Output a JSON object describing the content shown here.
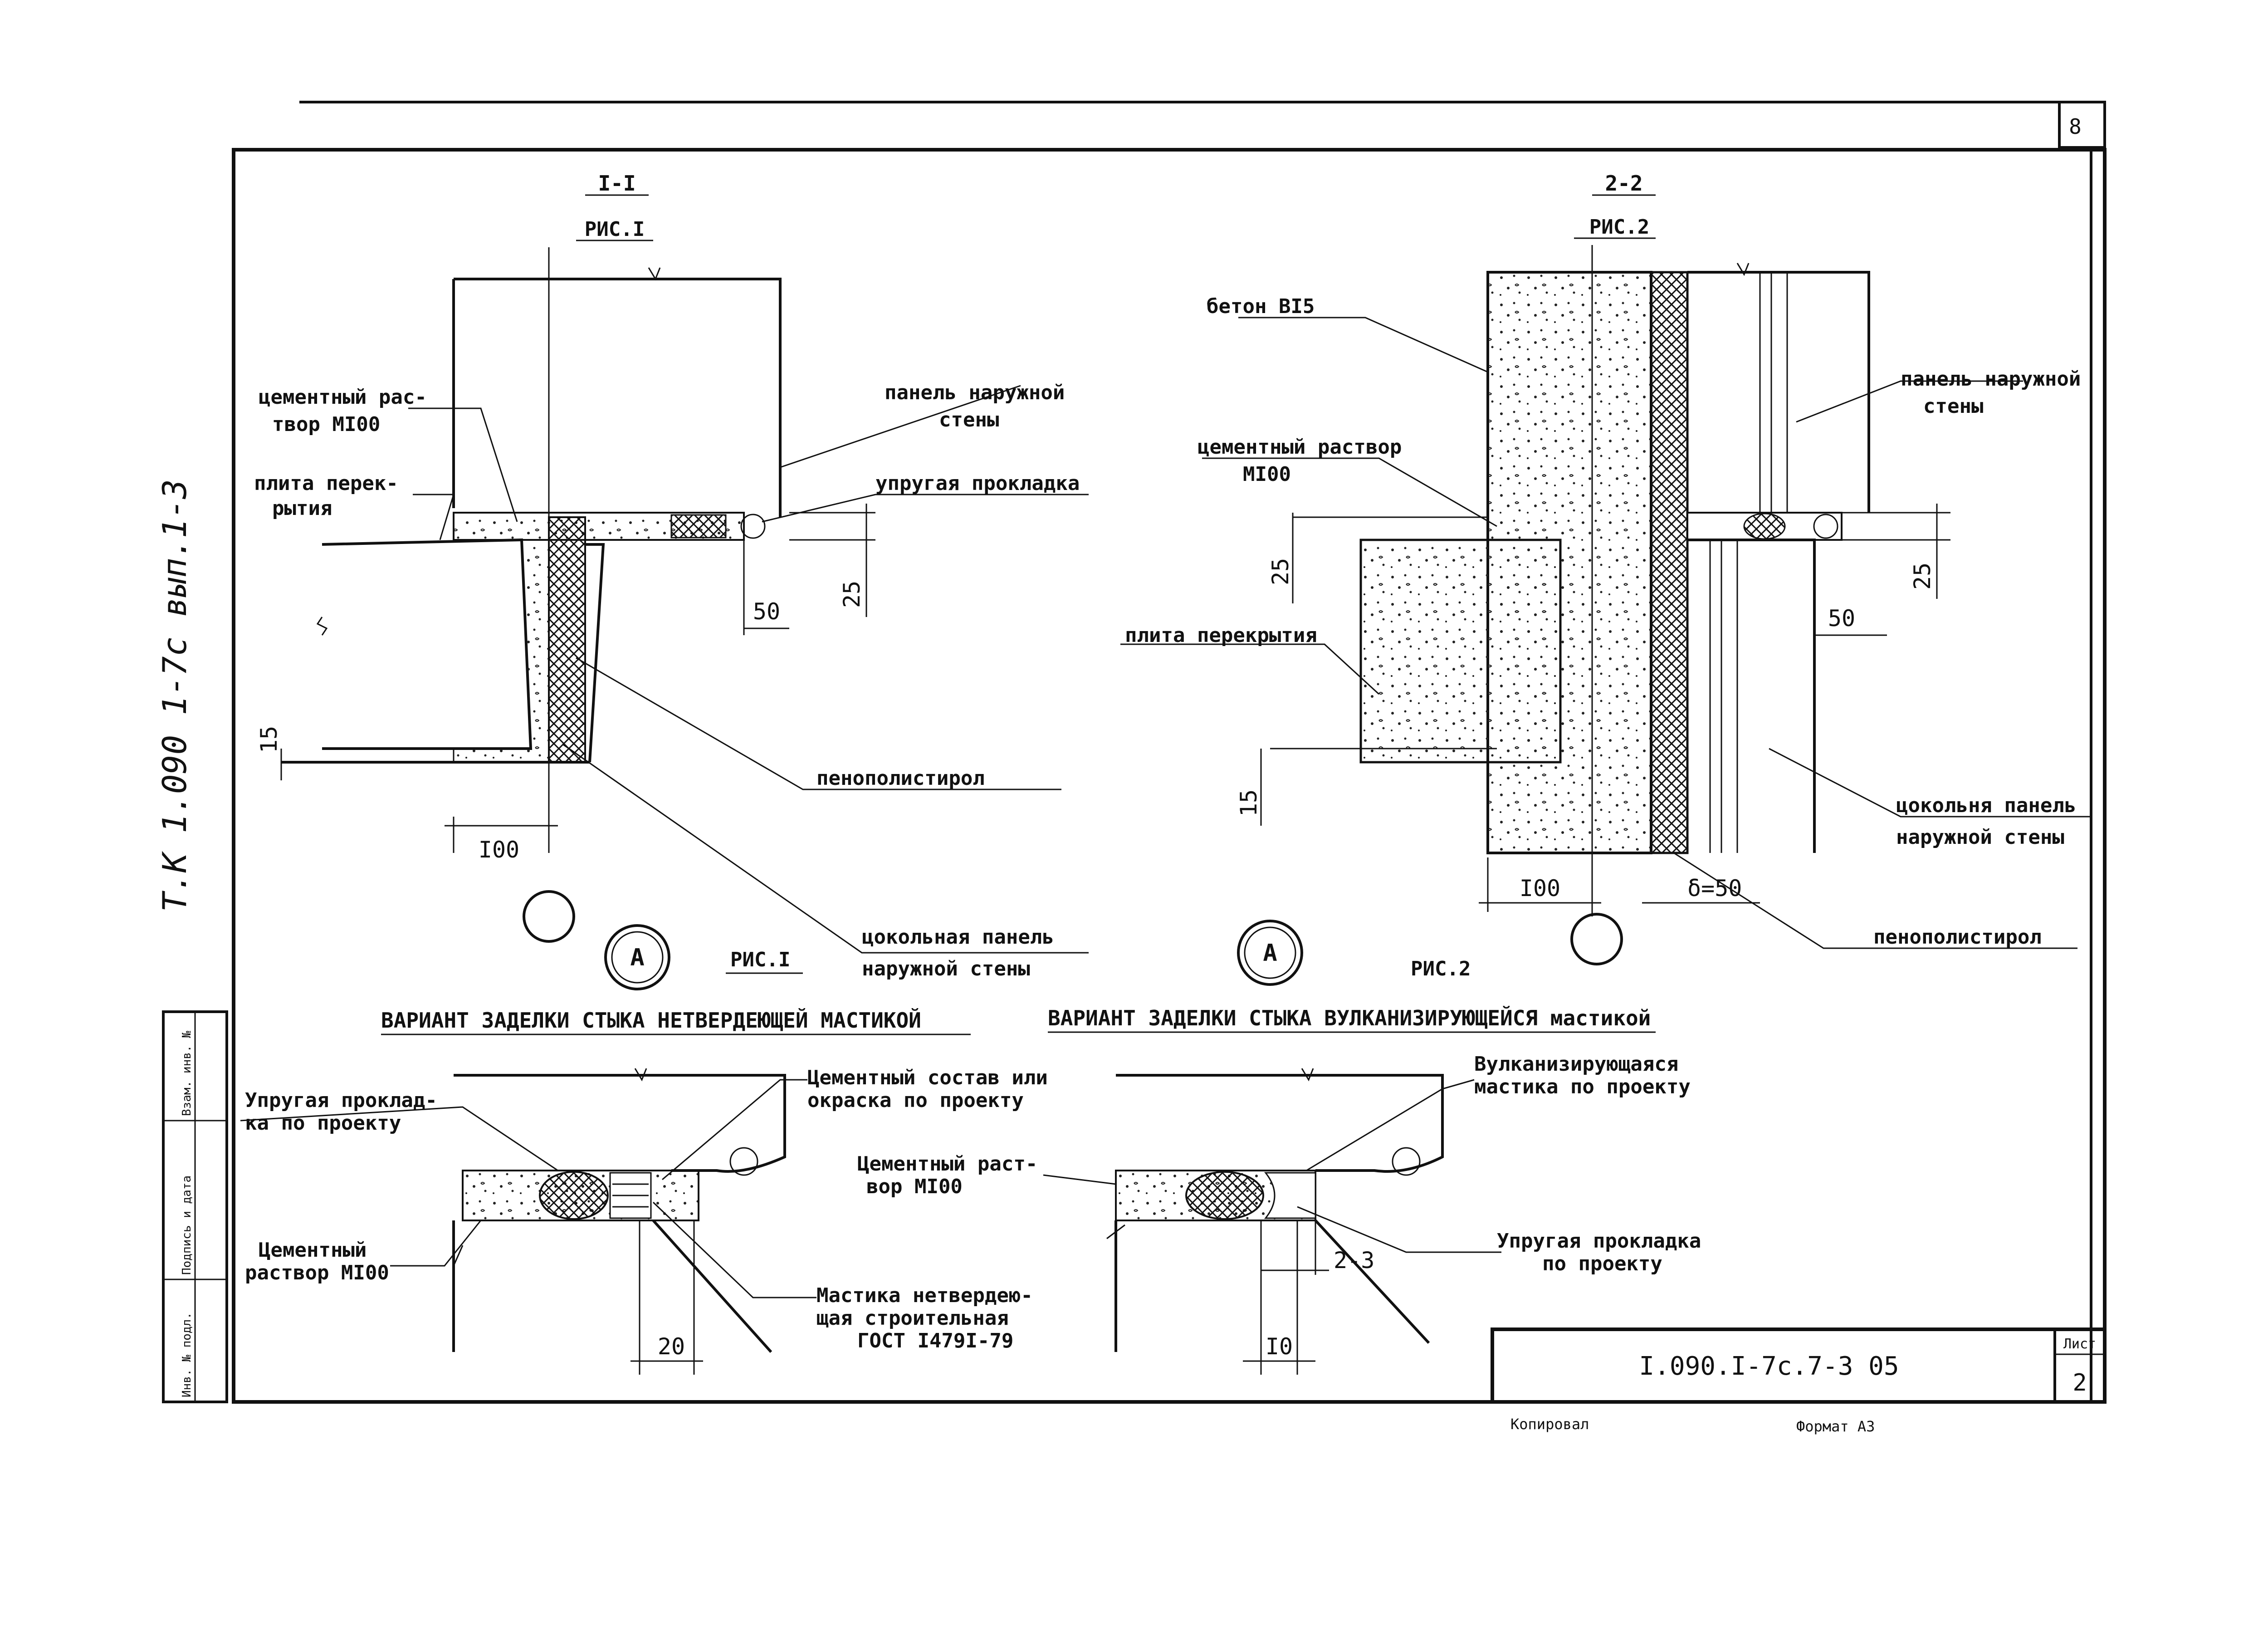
{
  "sheet": {
    "sheet_top_number": "8",
    "side_inscription": "Т.К 1.090 1-7с вып.1-3",
    "copy_label": "Копировал",
    "format_label": "Формат А3",
    "stamp": {
      "designation": "I.090.I-7с.7-3 05",
      "list_label": "Лист",
      "list_number": "2"
    },
    "left_strip_labels": [
      "Инв. № подл.",
      "Подпись и дата",
      "Взам. инв. №"
    ]
  },
  "fig1": {
    "section_title": "I-I",
    "fig_ref": "РИС.I",
    "labels": {
      "cement_mortar_1": "цементный рас-",
      "cement_mortar_2": "твор МI00",
      "floor_slab_1": "плита перек-",
      "floor_slab_2": "рытия",
      "outer_panel_1": "панель наружной",
      "outer_panel_2": "стены",
      "gasket": "упругая прокладка",
      "foam": "пенополистирол",
      "plinth_panel_1": "цокольная панель",
      "plinth_panel_2": "наружной стены"
    },
    "dims": {
      "d50": "50",
      "d25": "25",
      "d15": "15",
      "d100": "I00"
    },
    "callout_letter": "А",
    "callout_ref": "РИС.I"
  },
  "fig2": {
    "section_title": "2-2",
    "fig_ref": "РИС.2",
    "labels": {
      "concrete": "бетон BI5",
      "cement_mortar_1": "цементный раствор",
      "cement_mortar_2": "MI00",
      "floor_slab": "плита перекрытия",
      "outer_panel_1": "панель наружной",
      "outer_panel_2": "стены",
      "plinth_panel_1": "цокольня панель",
      "plinth_panel_2": "наружной стены",
      "foam": "пенополистирол"
    },
    "dims": {
      "d25a": "25",
      "d25b": "25",
      "d50": "50",
      "d15": "15",
      "d100": "I00",
      "delta": "δ=50"
    },
    "callout_letter": "А",
    "callout_ref": "РИС.2"
  },
  "detail1": {
    "title": "ВАРИАНТ ЗАДЕЛКИ СТЫКА НЕТВЕРДЕЮЩЕЙ МАСТИКОЙ",
    "labels": {
      "gasket_1": "Упругая проклад-",
      "gasket_2": "ка по проекту",
      "cement_comp_1": "Цементный состав или",
      "cement_comp_2": "окраска по проекту",
      "mortar_1": "Цементный",
      "mortar_2": "раствор МI00",
      "mastic_1": "Мастика нетвердею-",
      "mastic_2": "щая строительная",
      "mastic_3": "ГОСТ I479I-79"
    },
    "dim": "20"
  },
  "detail2": {
    "title": "ВАРИАНТ ЗАДЕЛКИ СТЫКА ВУЛКАНИЗИРУЮЩЕЙСЯ мастикой",
    "labels": {
      "vulc_1": "Вулканизирующаяся",
      "vulc_2": "мастика по проекту",
      "mortar_1": "Цементный раст-",
      "mortar_2": "вор МI00",
      "gasket_1": "Упругая прокладка",
      "gasket_2": "по проекту"
    },
    "dims": {
      "d23": "2-3",
      "d10": "I0"
    }
  }
}
